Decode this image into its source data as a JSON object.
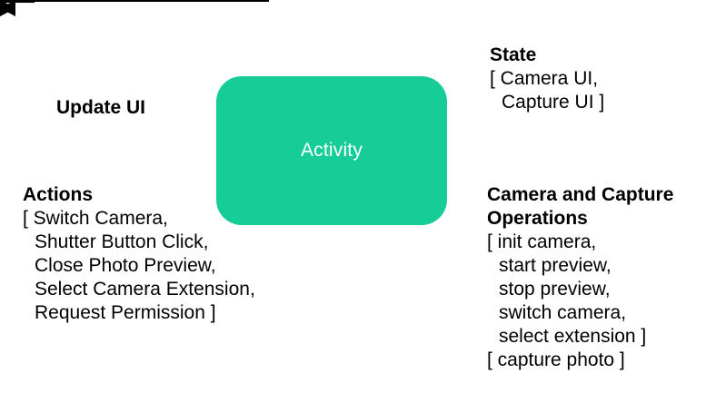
{
  "node": {
    "label": "Activity"
  },
  "colors": {
    "node_bg": "#17cd97",
    "node_text": "#ffffff",
    "line": "#000000"
  },
  "labels": {
    "update_ui": {
      "title": "Update UI"
    },
    "state": {
      "title": "State",
      "lines": [
        "[ Camera UI,",
        "Capture UI ]"
      ]
    },
    "actions": {
      "title": "Actions",
      "lines": [
        "[ Switch Camera,",
        "Shutter Button Click,",
        "Close Photo Preview,",
        "Select Camera Extension,",
        "Request Permission ]"
      ]
    },
    "operations": {
      "title_line1": "Camera and Capture",
      "title_line2": "Operations",
      "lines": [
        "[ init camera,",
        "start preview,",
        "stop preview,",
        "switch camera,",
        "select extension ]",
        "[ capture photo ]"
      ]
    }
  }
}
